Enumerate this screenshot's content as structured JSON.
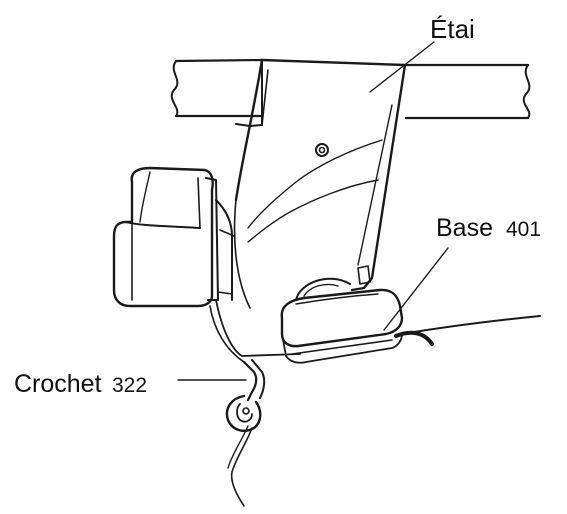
{
  "labels": {
    "strut": "Étai",
    "base_word": "Base",
    "base_number": "401",
    "hook_word": "Crochet",
    "hook_number": "322"
  },
  "colors": {
    "ink": "#1a1a1a",
    "background": "#ffffff"
  }
}
